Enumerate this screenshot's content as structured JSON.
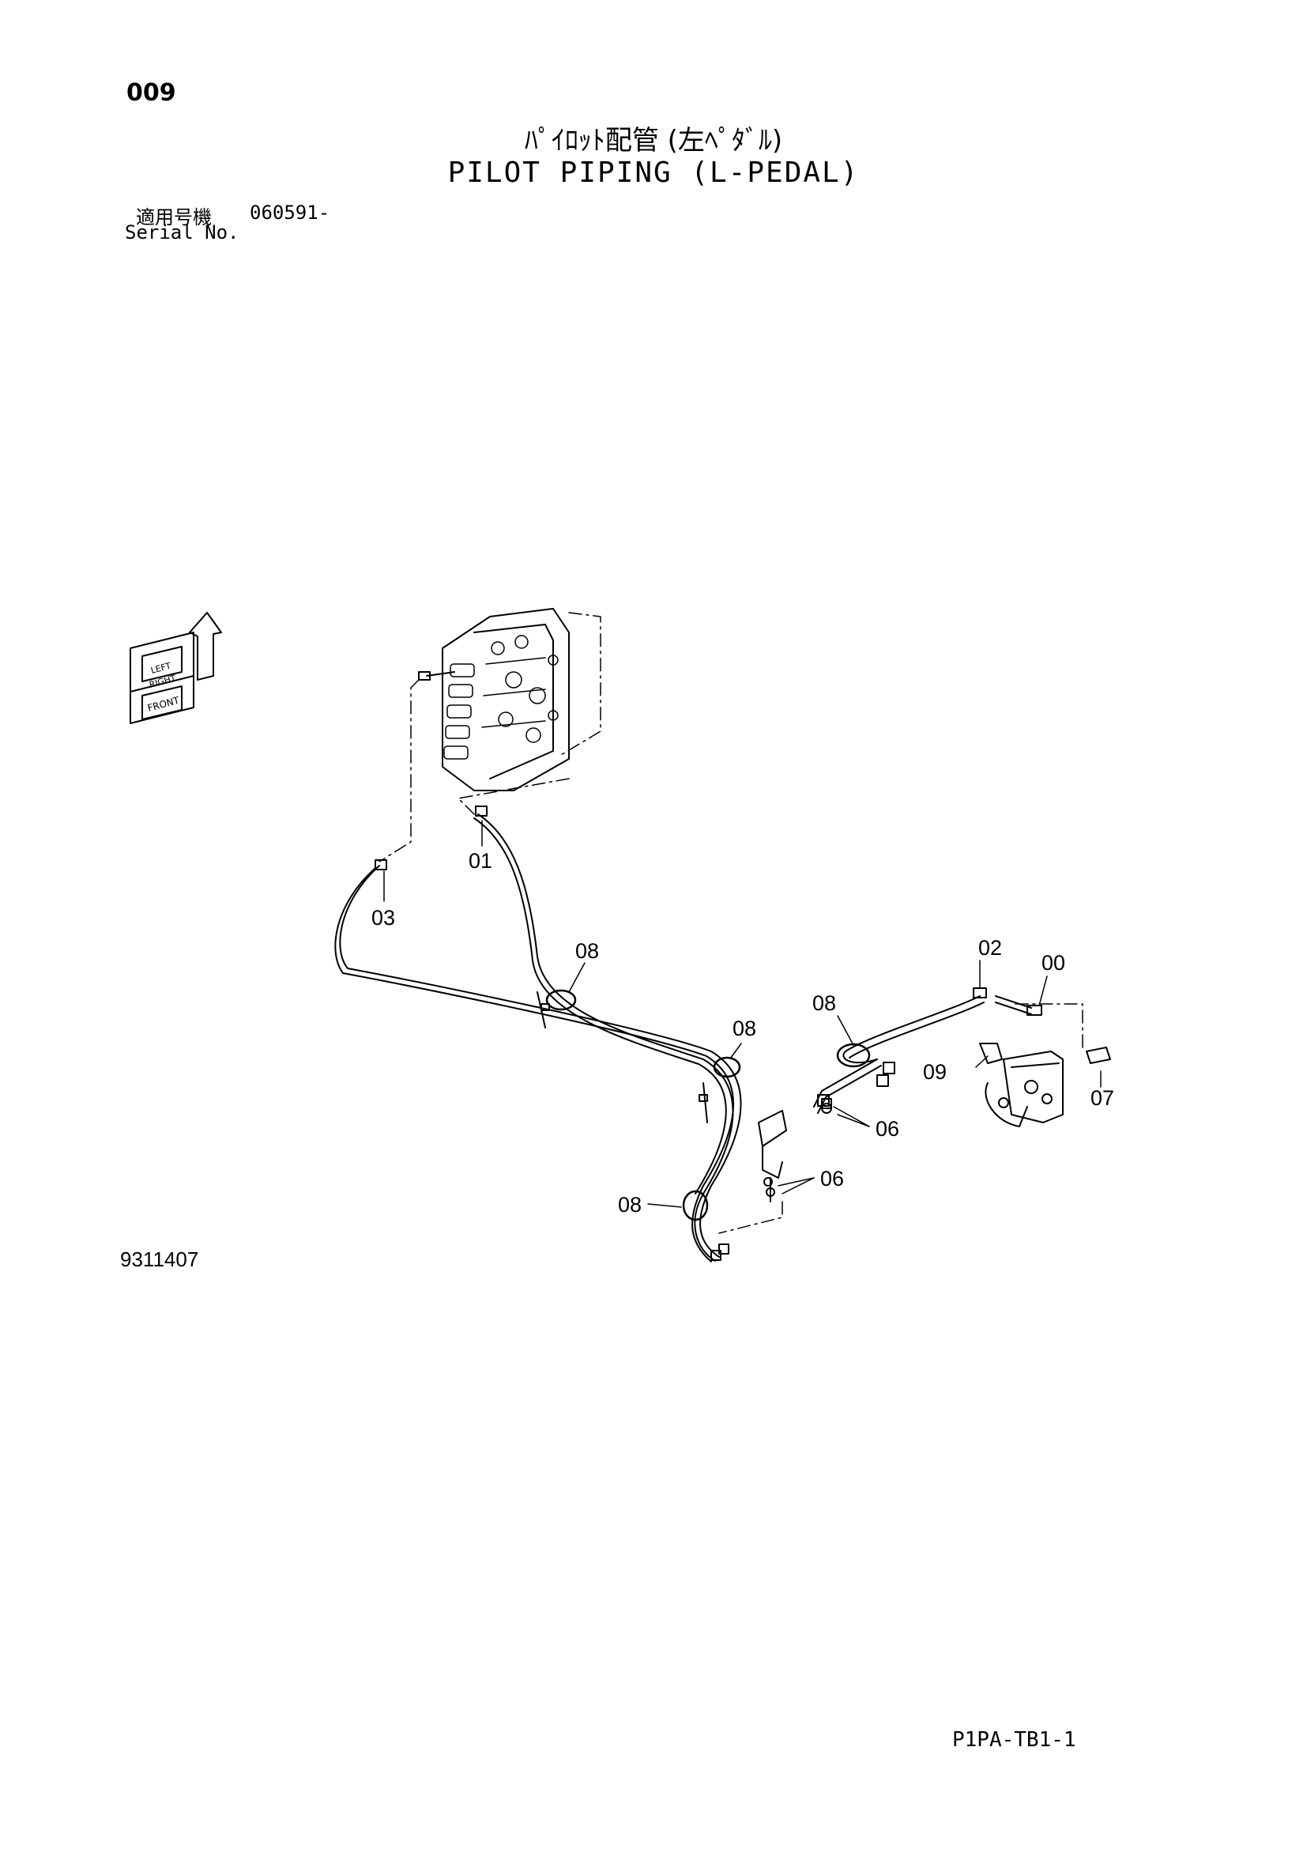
{
  "header": {
    "page_number": "009",
    "title_jp": "ﾊﾟｲﾛｯﾄ配管 (左ﾍﾟﾀﾞﾙ)",
    "title_en": "PILOT PIPING (L-PEDAL)",
    "serial_label_jp": "適用号機",
    "serial_value": "060591-",
    "serial_label_en": "Serial No."
  },
  "orientation_marks": [
    "LEFT",
    "RIGHT",
    "FRONT"
  ],
  "callouts": {
    "c00": "00",
    "c01": "01",
    "c02": "02",
    "c03": "03",
    "c06a": "06",
    "c06b": "06",
    "c07": "07",
    "c08a": "08",
    "c08b": "08",
    "c08c": "08",
    "c08d": "08",
    "c09": "09"
  },
  "footer": {
    "drawing_number": "9311407",
    "sheet_code": "P1PA-TB1-1"
  }
}
